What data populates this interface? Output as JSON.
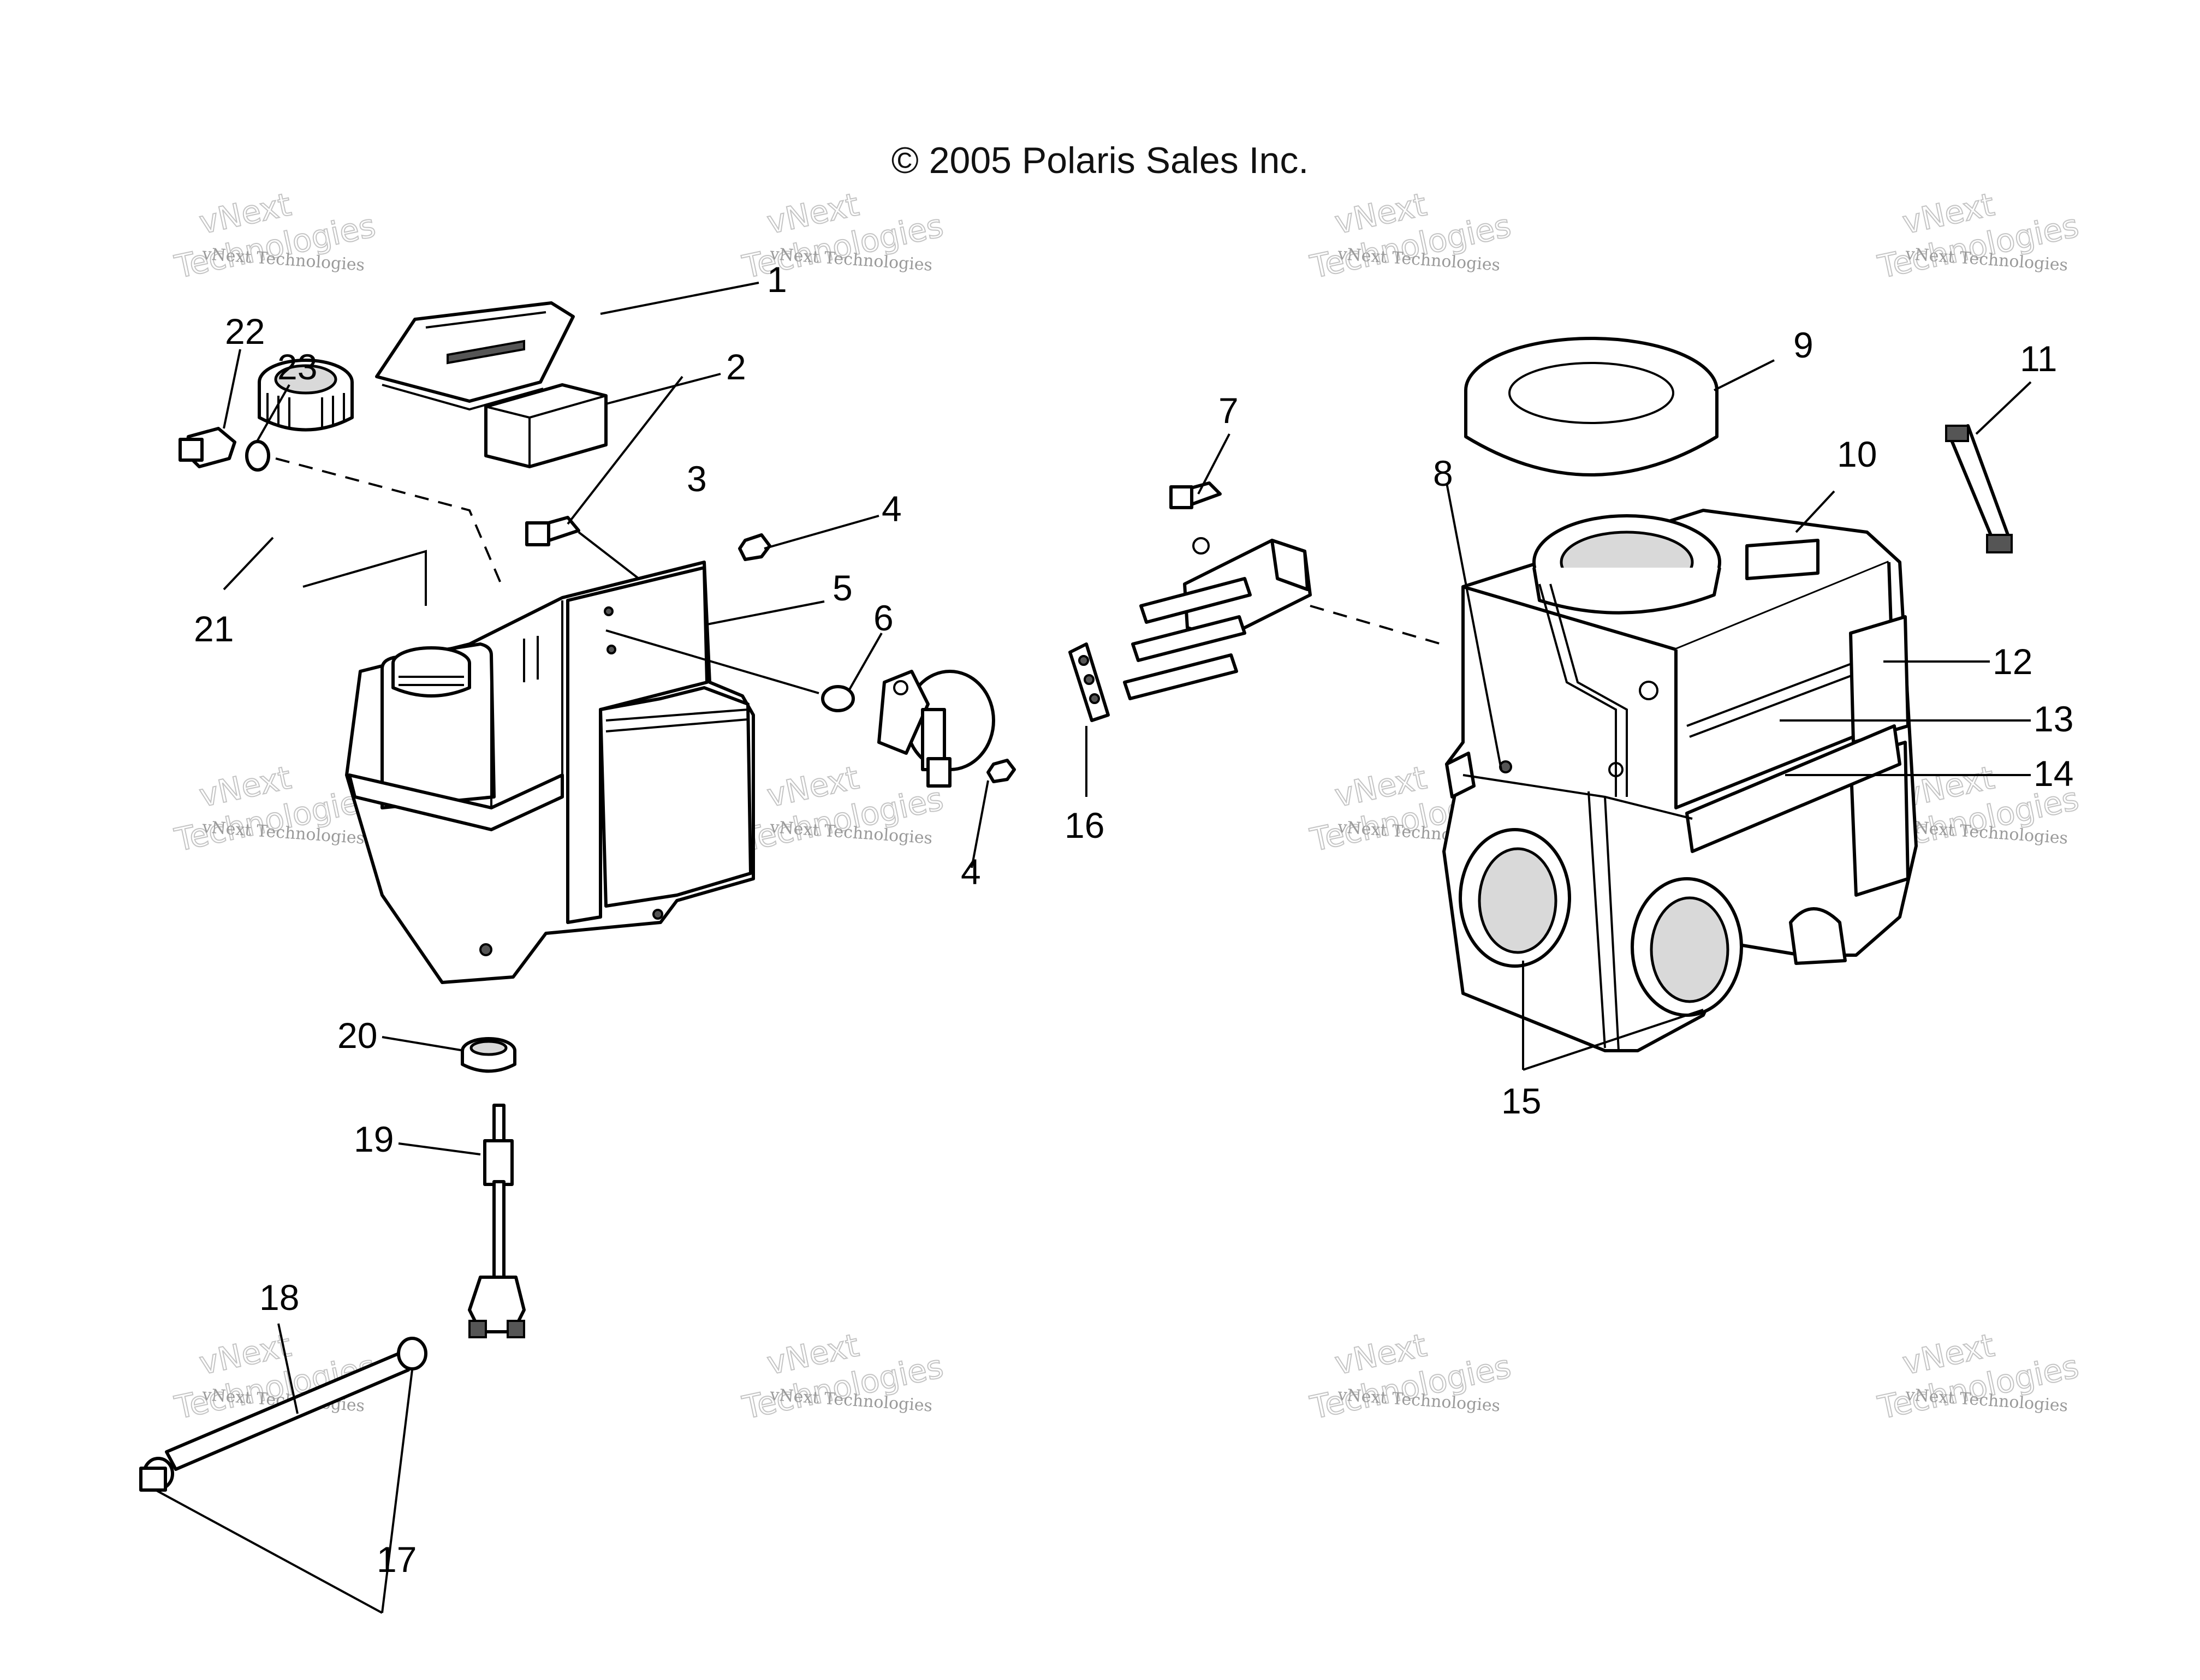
{
  "header": {
    "copyright": "© 2005 Polaris Sales Inc."
  },
  "watermark": {
    "line1": "vNext",
    "line2": "Technologies",
    "small": "vNext Technologies"
  },
  "callouts": [
    "1",
    "2",
    "3",
    "4",
    "4",
    "5",
    "6",
    "7",
    "8",
    "9",
    "10",
    "11",
    "12",
    "13",
    "14",
    "15",
    "16",
    "17",
    "18",
    "19",
    "20",
    "21",
    "22",
    "23"
  ]
}
